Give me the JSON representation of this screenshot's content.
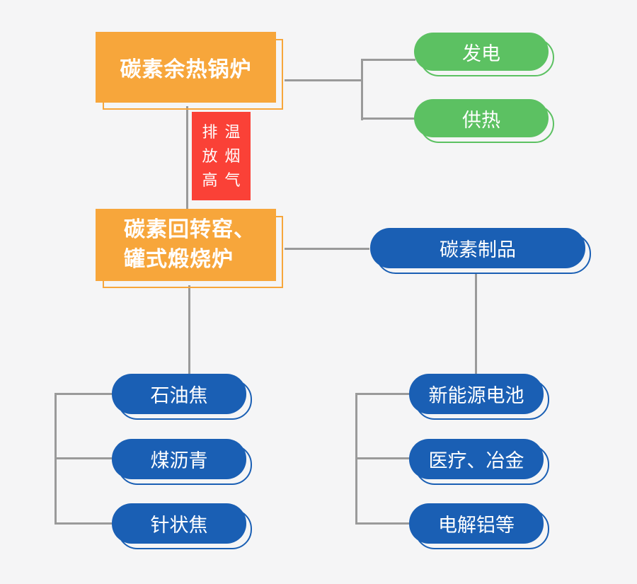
{
  "diagram": {
    "description": "carbon-industry process flowchart",
    "colors": {
      "bg": "#f5f5f6",
      "orange": "#F7A63B",
      "green": "#5CC162",
      "blue": "#1A5FB4",
      "red": "#FA4137",
      "line": "#9A9A9A",
      "text": "#FFFFFF"
    },
    "nodes": {
      "boiler": {
        "label": "碳素余热锅炉",
        "shape": "rectangle",
        "color_key": "orange"
      },
      "power": {
        "label": "发电",
        "shape": "rounded",
        "color_key": "green"
      },
      "heating": {
        "label": "供热",
        "shape": "rounded",
        "color_key": "green"
      },
      "flue_gas": {
        "label": "排放高温烟气",
        "column1": "排放高",
        "column2": "温烟气",
        "shape": "rectangle",
        "color_key": "red"
      },
      "kiln": {
        "label": "碳素回转窑、罐式煅烧炉",
        "line1": "碳素回转窑、",
        "line2": "罐式煅烧炉",
        "shape": "rectangle",
        "color_key": "orange"
      },
      "products": {
        "label": "碳素制品",
        "shape": "rounded",
        "color_key": "blue"
      },
      "raw_materials": [
        {
          "label": "石油焦"
        },
        {
          "label": "煤沥青"
        },
        {
          "label": "针状焦"
        }
      ],
      "applications": [
        {
          "label": "新能源电池"
        },
        {
          "label": "医疗、冶金"
        },
        {
          "label": "电解铝等"
        }
      ]
    },
    "edges": [
      {
        "a": "boiler",
        "b": "power"
      },
      {
        "a": "boiler",
        "b": "heating"
      },
      {
        "a": "boiler",
        "b": "kiln",
        "via": "flue_gas"
      },
      {
        "a": "kiln",
        "b": "products"
      },
      {
        "a": "kiln",
        "b": "raw_materials"
      },
      {
        "a": "products",
        "b": "applications"
      }
    ]
  }
}
